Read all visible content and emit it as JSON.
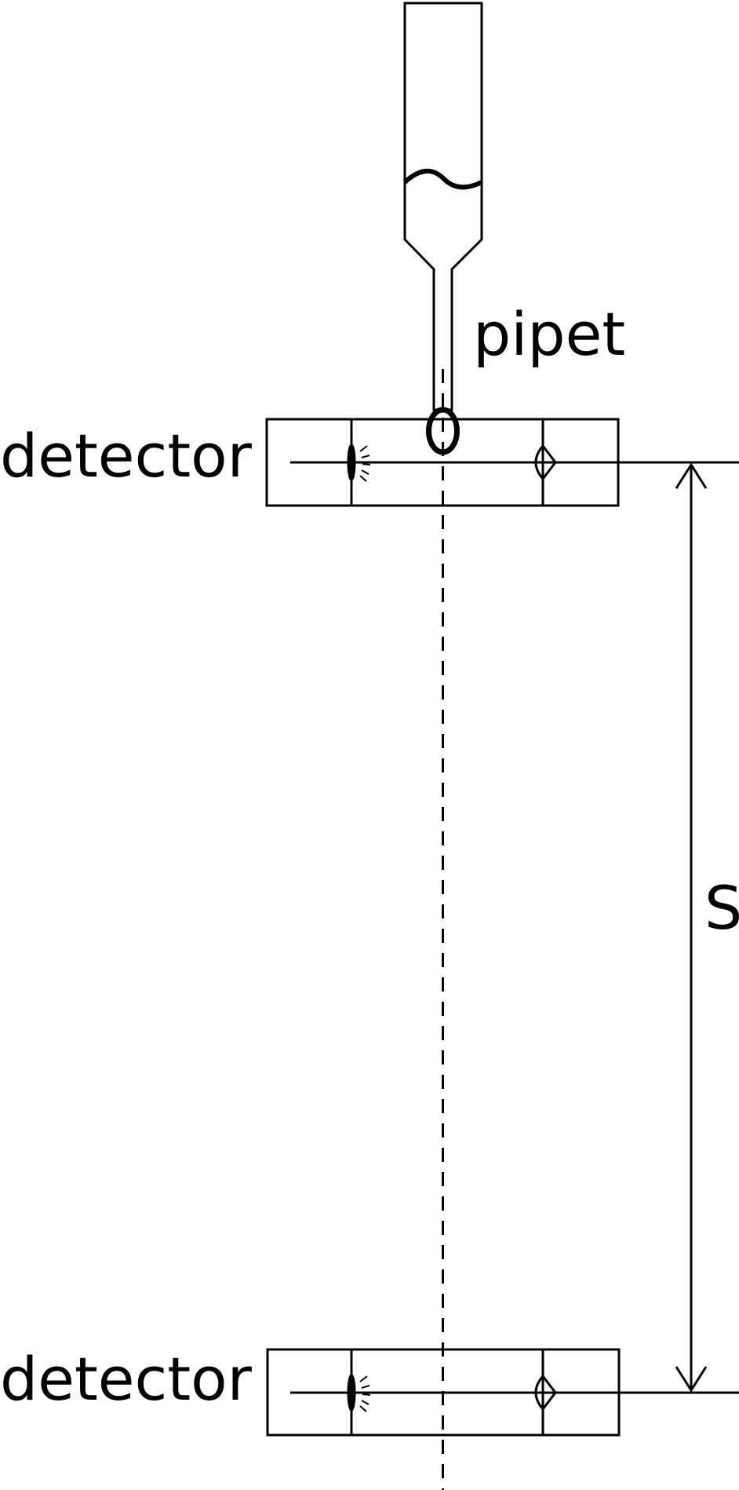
{
  "labels": {
    "pipet": "pipet",
    "detector_top": "detector",
    "detector_bottom": "detector",
    "distance": "S"
  },
  "colors": {
    "stroke": "#000000",
    "background": "#ffffff"
  }
}
